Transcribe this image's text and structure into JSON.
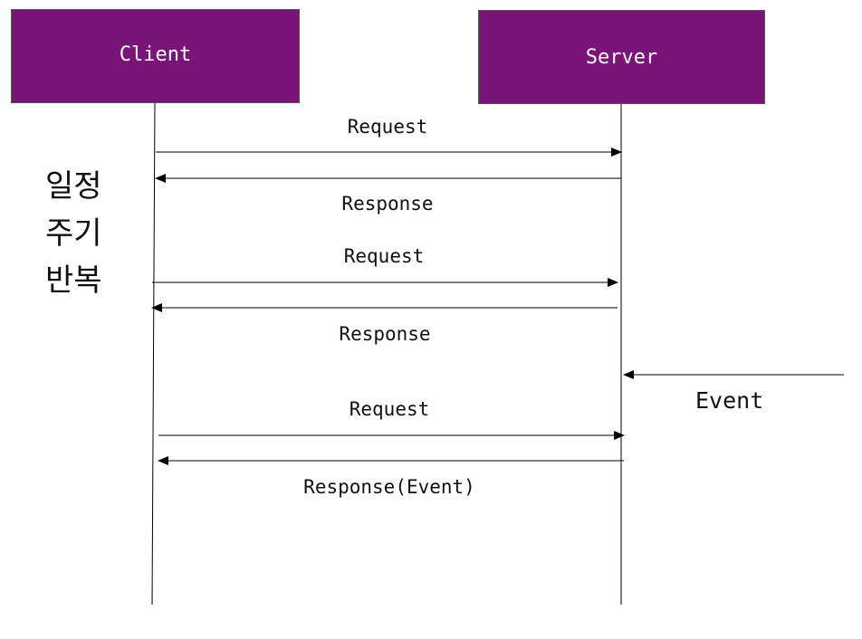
{
  "actors": {
    "client": "Client",
    "server": "Server"
  },
  "note_lines": [
    "일정",
    "주기",
    "반복"
  ],
  "event": "Event",
  "messages": [
    {
      "label": "Request",
      "from": "client",
      "to": "server"
    },
    {
      "label": "Response",
      "from": "server",
      "to": "client"
    },
    {
      "label": "Request",
      "from": "client",
      "to": "server"
    },
    {
      "label": "Response",
      "from": "server",
      "to": "client"
    },
    {
      "label": "Request",
      "from": "client",
      "to": "server"
    },
    {
      "label": "Response(Event)",
      "from": "server",
      "to": "client"
    }
  ],
  "colors": {
    "actor_fill": "#7a1479",
    "line": "#000000"
  }
}
